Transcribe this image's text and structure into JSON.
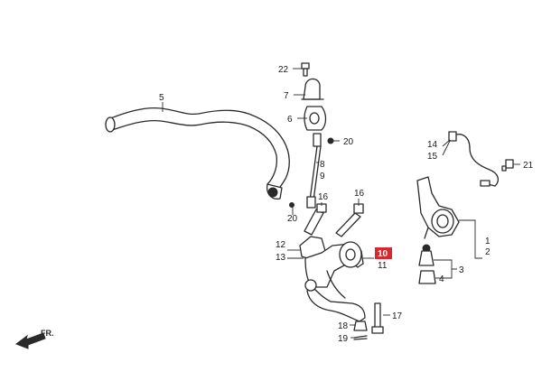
{
  "diagram": {
    "highlight_color": "#d8282f",
    "line_color": "#2a2a2a",
    "direction_label": "FR.",
    "callouts": {
      "c1": "1",
      "c2": "2",
      "c3": "3",
      "c4": "4",
      "c5": "5",
      "c6": "6",
      "c7": "7",
      "c8": "8",
      "c9": "9",
      "c10": "10",
      "c11": "11",
      "c12": "12",
      "c13": "13",
      "c14": "14",
      "c15": "15",
      "c16a": "16",
      "c16b": "16",
      "c17": "17",
      "c18": "18",
      "c19": "19",
      "c20a": "20",
      "c20b": "20",
      "c21": "21",
      "c22": "22"
    }
  }
}
